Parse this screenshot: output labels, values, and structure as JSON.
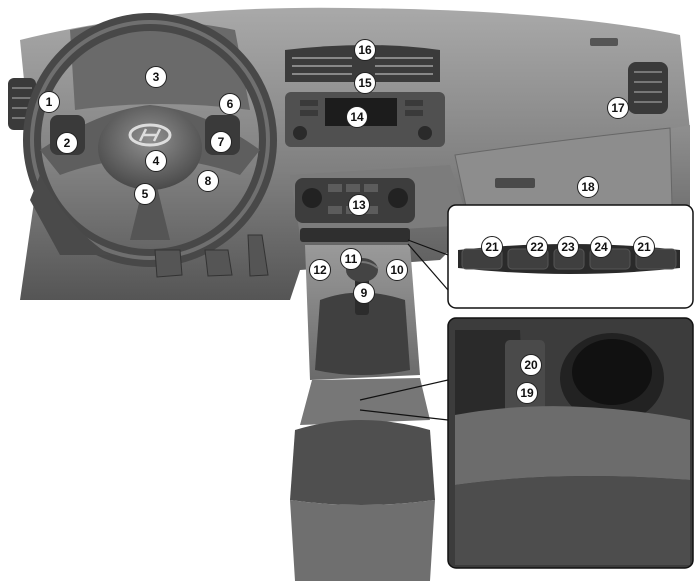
{
  "diagram": {
    "callouts": [
      {
        "id": "c1",
        "label": "1"
      },
      {
        "id": "c2",
        "label": "2"
      },
      {
        "id": "c3",
        "label": "3"
      },
      {
        "id": "c4",
        "label": "4"
      },
      {
        "id": "c5",
        "label": "5"
      },
      {
        "id": "c6",
        "label": "6"
      },
      {
        "id": "c7",
        "label": "7"
      },
      {
        "id": "c8",
        "label": "8"
      },
      {
        "id": "c9",
        "label": "9"
      },
      {
        "id": "c10",
        "label": "10"
      },
      {
        "id": "c11",
        "label": "11"
      },
      {
        "id": "c12",
        "label": "12"
      },
      {
        "id": "c13",
        "label": "13"
      },
      {
        "id": "c14",
        "label": "14"
      },
      {
        "id": "c15",
        "label": "15"
      },
      {
        "id": "c16",
        "label": "16"
      },
      {
        "id": "c17",
        "label": "17"
      },
      {
        "id": "c18",
        "label": "18"
      },
      {
        "id": "c19",
        "label": "19"
      },
      {
        "id": "c20",
        "label": "20"
      },
      {
        "id": "c21a",
        "label": "21"
      },
      {
        "id": "c22",
        "label": "22"
      },
      {
        "id": "c23",
        "label": "23"
      },
      {
        "id": "c24",
        "label": "24"
      },
      {
        "id": "c21b",
        "label": "21"
      }
    ]
  },
  "colors": {
    "dash": "#8a8a8a",
    "dash_dark": "#5a5a5a",
    "dash_light": "#b5b5b5",
    "panel_black": "#2a2a2a",
    "background": "#ffffff"
  },
  "icons": [
    "steering-wheel-icon",
    "hyundai-logo-icon",
    "gear-shift-icon",
    "pedal-icon",
    "air-vent-icon",
    "cup-holder-icon"
  ]
}
